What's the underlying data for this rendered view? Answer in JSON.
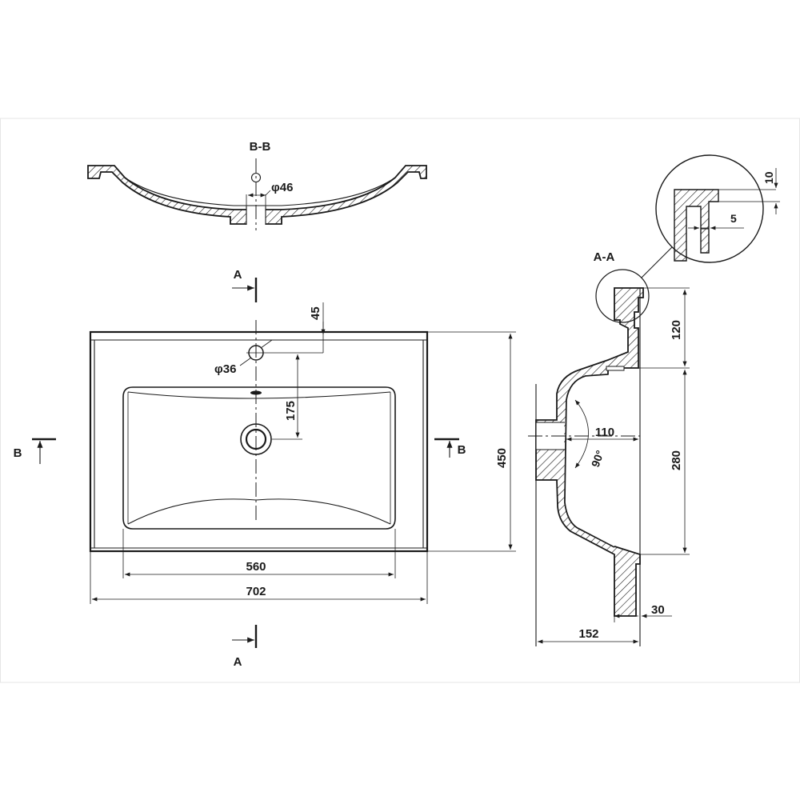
{
  "views": {
    "section_bb": {
      "label": "B-B",
      "drain_diameter": "φ46"
    },
    "plan": {
      "width_overall": "702",
      "basin_width": "560",
      "depth_overall": "450",
      "tap_hole_diameter": "φ36",
      "tap_offset_top": "45",
      "tap_to_drain": "175",
      "cut_a_label": "A",
      "cut_b_label": "B"
    },
    "section_aa": {
      "label": "A-A",
      "rim_height": "120",
      "bowl_height": "280",
      "drain_offset": "110",
      "drain_angle": "90°",
      "overall_depth": "152",
      "foot_depth": "30",
      "detail_rim": "10",
      "detail_wall": "5"
    }
  }
}
